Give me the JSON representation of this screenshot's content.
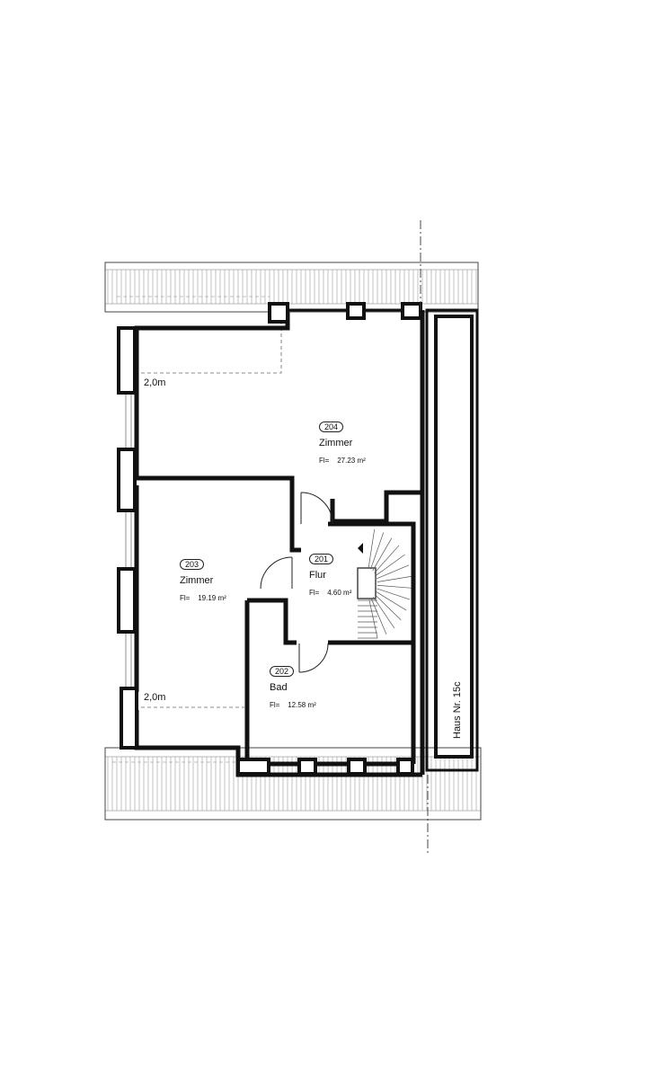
{
  "rooms": [
    {
      "id": "r204",
      "number": "204",
      "name": "Zimmer",
      "area_prefix": "Fl=",
      "area": "27.23 m²"
    },
    {
      "id": "r203",
      "number": "203",
      "name": "Zimmer",
      "area_prefix": "Fl=",
      "area": "19.19 m²"
    },
    {
      "id": "r201",
      "number": "201",
      "name": "Flur",
      "area_prefix": "Fl=",
      "area": "4.60 m²"
    },
    {
      "id": "r202",
      "number": "202",
      "name": "Bad",
      "area_prefix": "Fl=",
      "area": "12.58 m²"
    }
  ],
  "height_marks": {
    "top": "2,0m",
    "bottom": "2,0m"
  },
  "neighbor_house": "Haus Nr. 15c",
  "colors": {
    "wall": "#111111",
    "thin_line": "#555555",
    "hatch": "#9a9a9a"
  }
}
